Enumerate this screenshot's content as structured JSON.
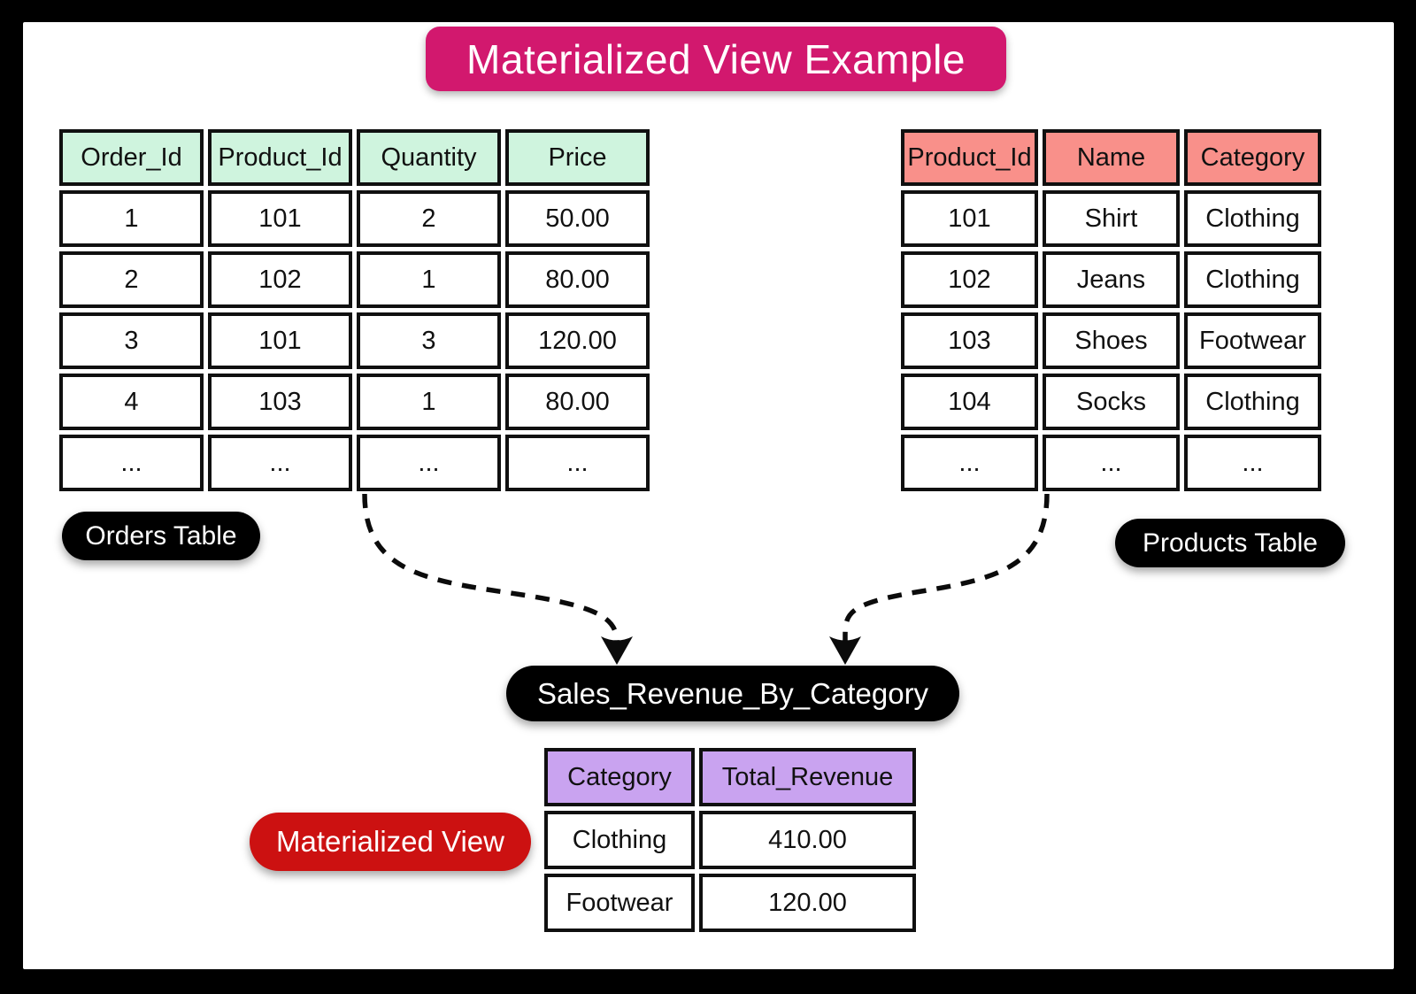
{
  "title": "Materialized View Example",
  "colors": {
    "title_bg": "#d2186e",
    "pill_bg": "#000000",
    "materialized_view_bg": "#cc1111",
    "orders_header": "#cff4de",
    "products_header": "#f9908a",
    "view_header": "#c9a3f0"
  },
  "orders_table": {
    "label": "Orders Table",
    "columns": [
      "Order_Id",
      "Product_Id",
      "Quantity",
      "Price"
    ],
    "rows": [
      [
        "1",
        "101",
        "2",
        "50.00"
      ],
      [
        "2",
        "102",
        "1",
        "80.00"
      ],
      [
        "3",
        "101",
        "3",
        "120.00"
      ],
      [
        "4",
        "103",
        "1",
        "80.00"
      ],
      [
        "...",
        "...",
        "...",
        "..."
      ]
    ]
  },
  "products_table": {
    "label": "Products Table",
    "columns": [
      "Product_Id",
      "Name",
      "Category"
    ],
    "rows": [
      [
        "101",
        "Shirt",
        "Clothing"
      ],
      [
        "102",
        "Jeans",
        "Clothing"
      ],
      [
        "103",
        "Shoes",
        "Footwear"
      ],
      [
        "104",
        "Socks",
        "Clothing"
      ],
      [
        "...",
        "...",
        "..."
      ]
    ]
  },
  "view_node": {
    "label": "Sales_Revenue_By_Category"
  },
  "materialized_view_table": {
    "label": "Materialized View",
    "columns": [
      "Category",
      "Total_Revenue"
    ],
    "rows": [
      [
        "Clothing",
        "410.00"
      ],
      [
        "Footwear",
        "120.00"
      ]
    ]
  }
}
